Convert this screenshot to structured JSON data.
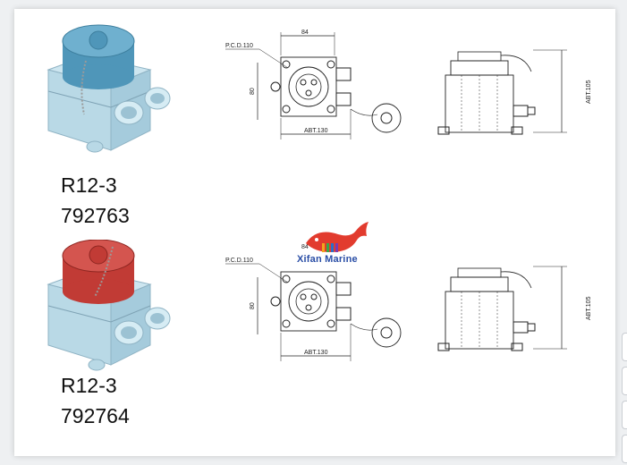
{
  "products": [
    {
      "model": "R12-3",
      "code": "792763",
      "cap_color": "#4f96b9"
    },
    {
      "model": "R12-3",
      "code": "792764",
      "cap_color": "#c13b35"
    }
  ],
  "drawing": {
    "pcd_label": "P.C.D.110",
    "width_label": "84",
    "height_label": "80",
    "length_label": "ABT.130",
    "side_height_label": "ABT.105"
  },
  "watermark": {
    "text": "Xifan Marine",
    "colors": [
      "#e23b2e",
      "#f2a51c",
      "#3aa84a",
      "#2a6fc9",
      "#7b3bb0"
    ]
  }
}
